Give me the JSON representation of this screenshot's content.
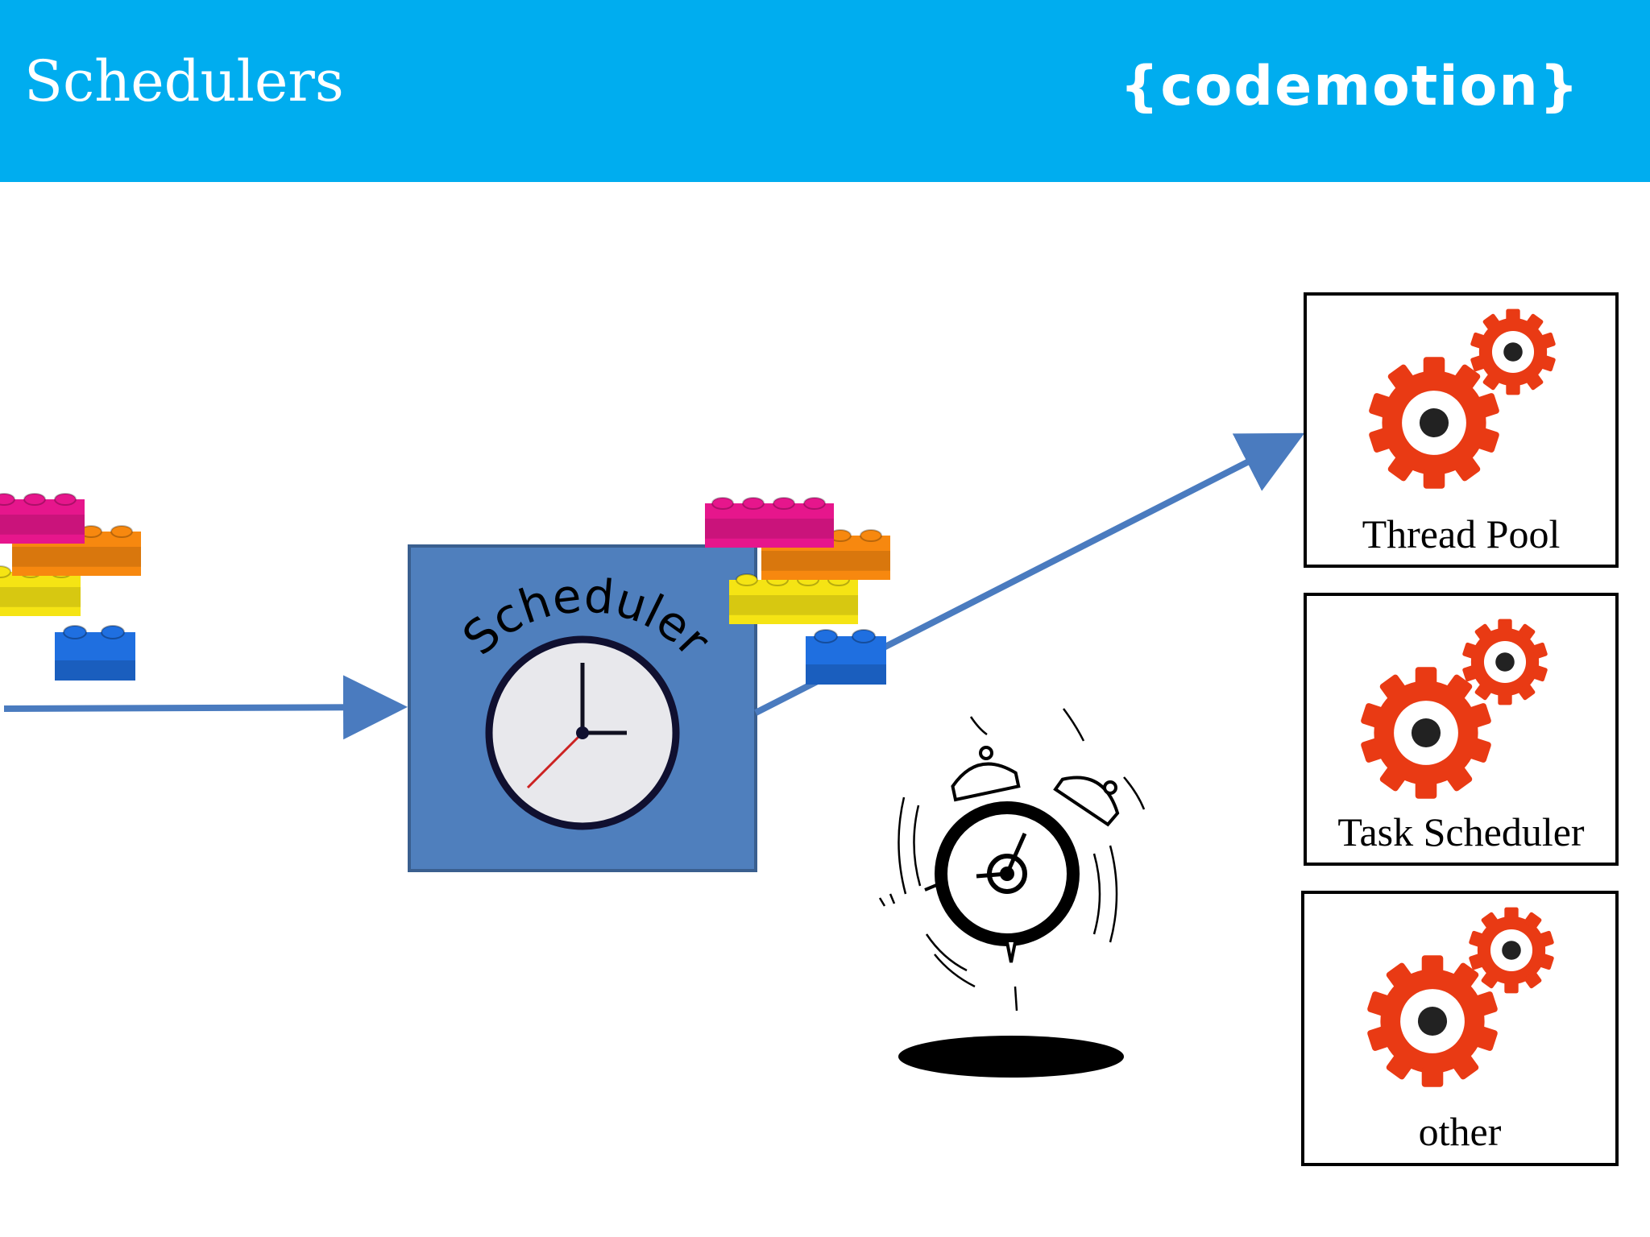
{
  "header": {
    "title": "Schedulers",
    "logo": "{codemotion}",
    "background": "#00adef"
  },
  "scheduler": {
    "label": "Scheduler",
    "fill": "#4f7fbd",
    "icon": "clock-icon"
  },
  "boxes": [
    {
      "label": "Thread Pool",
      "icon": "gears-icon"
    },
    {
      "label": "Task Scheduler",
      "icon": "gears-icon"
    },
    {
      "label": "other",
      "icon": "gears-icon"
    }
  ],
  "colors": {
    "arrow": "#4a7bbf",
    "gear": "#e93a14",
    "brick_magenta": "#e6168c",
    "brick_orange": "#f7880f",
    "brick_yellow": "#f5e414",
    "brick_blue": "#1f6fe0"
  }
}
